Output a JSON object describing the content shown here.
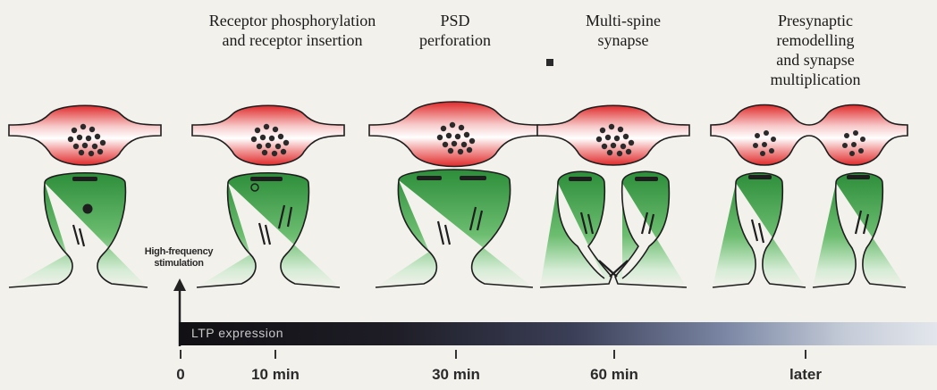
{
  "stages": [
    {
      "label": "Receptor phosphorylation\nand receptor insertion"
    },
    {
      "label": "PSD\nperforation"
    },
    {
      "label": "Multi-spine\nsynapse"
    },
    {
      "label": "Presynaptic remodelling\nand synapse\nmultiplication"
    }
  ],
  "stimulation_label": "High-frequency\nstimulation",
  "ltp_label": "LTP expression",
  "timeline": [
    "0",
    "10 min",
    "30 min",
    "60 min",
    "later"
  ],
  "colors": {
    "presynaptic": "#e23a3a",
    "spine": "#3a9a46",
    "background": "#f3f1ec"
  }
}
